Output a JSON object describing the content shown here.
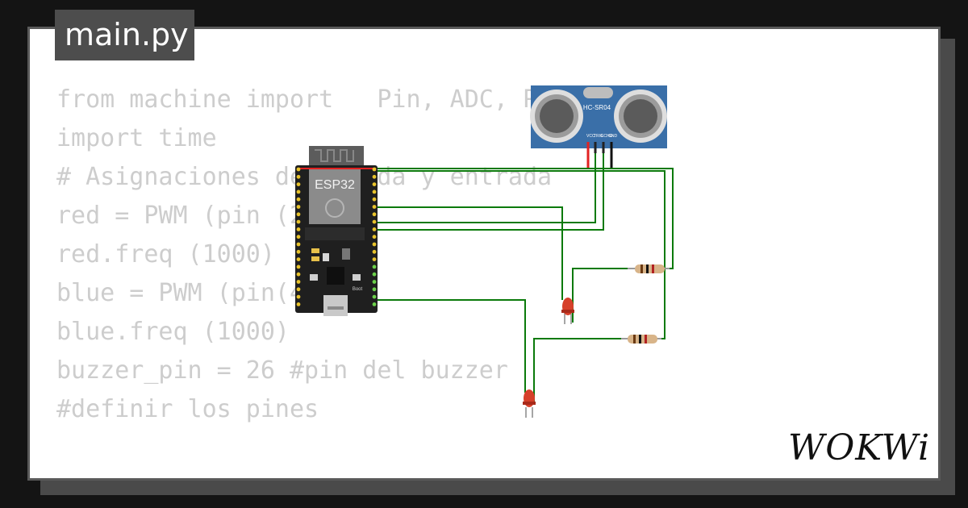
{
  "tab": {
    "title": "main.py"
  },
  "code": {
    "lines": [
      "from machine import   Pin, ADC, PWM",
      "import time",
      "",
      "# Asignaciones de salida y entrada",
      "red = PWM (pin (2))",
      "red.freq (1000)",
      "blue = PWM (pin(4))",
      "blue.freq (1000)",
      "buzzer_pin = 26 #pin del buzzer",
      "",
      "#definir los pines"
    ]
  },
  "diagram": {
    "mcu_label": "ESP32",
    "sensor_label": "HC-SR04",
    "sensor_pins": [
      "VCC",
      "TRIG",
      "ECHO",
      "GND"
    ],
    "button_label": "Boot",
    "wire_color": "#0b7a0b"
  },
  "brand": {
    "name": "WOKWi"
  }
}
